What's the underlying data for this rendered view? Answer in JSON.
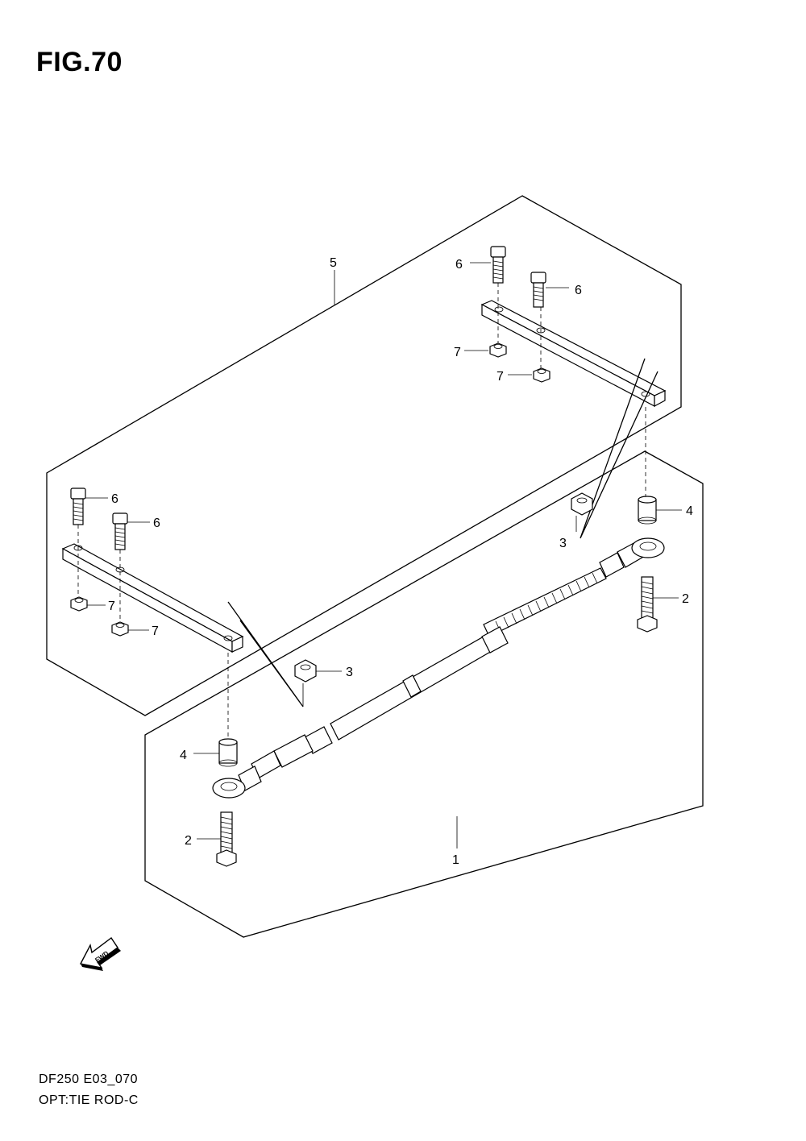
{
  "figure": {
    "title": "FIG.70",
    "model": "DF250 E03_070",
    "subtitle": "OPT:TIE ROD-C"
  },
  "callouts": {
    "c1": "1",
    "c2a": "2",
    "c2b": "2",
    "c3a": "3",
    "c3b": "3",
    "c4a": "4",
    "c4b": "4",
    "c5": "5",
    "c6a": "6",
    "c6b": "6",
    "c6c": "6",
    "c6d": "6",
    "c7a": "7",
    "c7b": "7",
    "c7c": "7",
    "c7d": "7"
  },
  "fwd_label": "FWD",
  "icons": {
    "fwd_arrow": "fwd-arrow-icon"
  }
}
